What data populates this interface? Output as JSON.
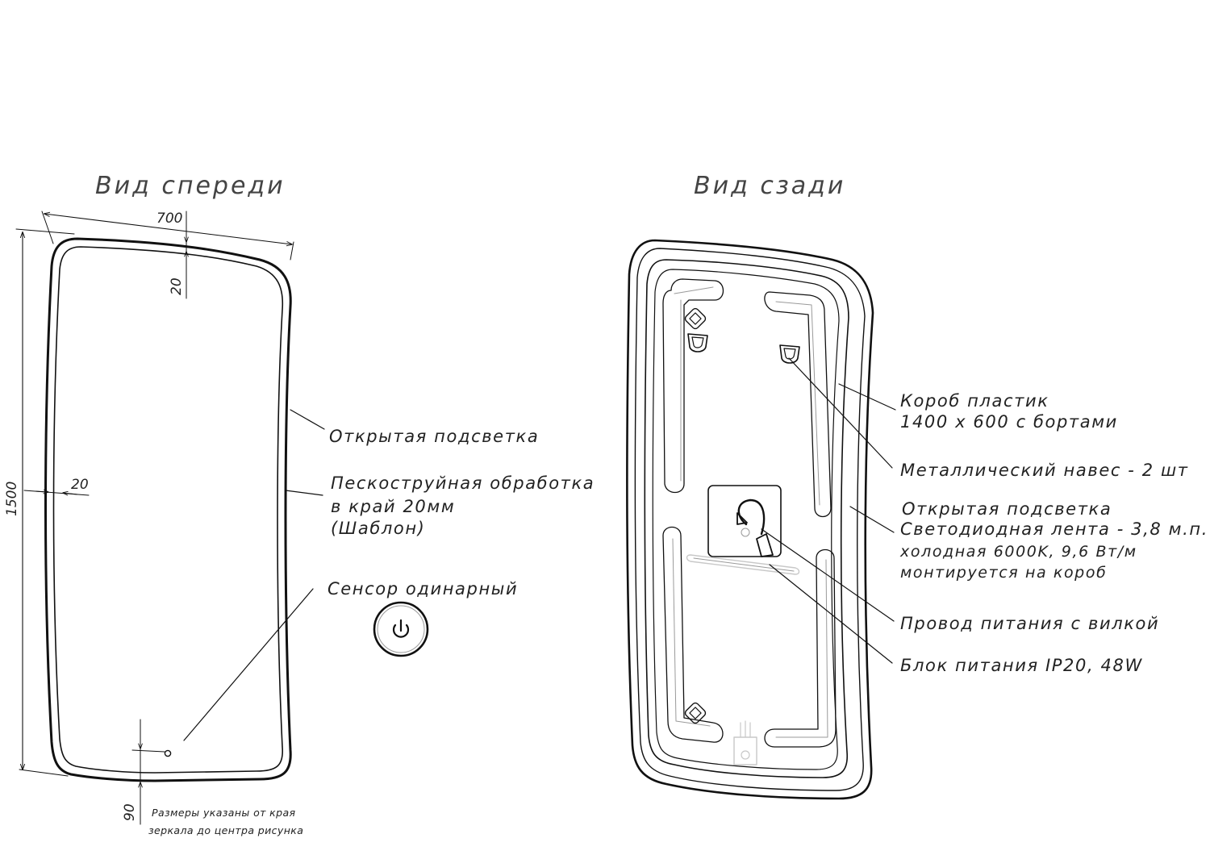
{
  "views": {
    "front_title": "Вид спереди",
    "back_title": "Вид сзади"
  },
  "dimensions": {
    "width": "700",
    "height": "1500",
    "top_inset": "20",
    "side_inset": "20",
    "sensor_offset": "90"
  },
  "front_notes": {
    "open_light": "Открытая подсветка",
    "sandblast_line1": "Пескоструйная обработка",
    "sandblast_line2": "в край 20мм",
    "sandblast_line3": "(Шаблон)",
    "sensor": "Сенсор одинарный"
  },
  "footnote": {
    "line1": "Размеры указаны от края",
    "line2": "зеркала до центра рисунка"
  },
  "back_notes": {
    "box_line1": "Короб пластик",
    "box_line2": "1400 x 600 с бортами",
    "hanger": "Металлический навес - 2 шт",
    "light_line1": "Открытая подсветка",
    "light_line2": "Светодиодная лента - 3,8 м.п.",
    "light_line3": "холодная 6000K, 9,6 Вт/м",
    "light_line4": "монтируется на короб",
    "cable": "Провод питания с вилкой",
    "psu": "Блок питания IP20, 48W"
  },
  "colors": {
    "ink": "#111111",
    "text": "#222222",
    "title": "#444444"
  }
}
